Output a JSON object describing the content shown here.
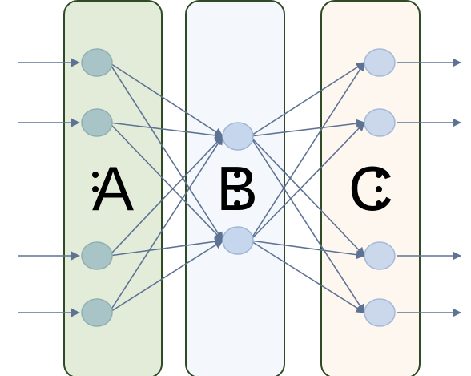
{
  "diagram": {
    "columns": [
      {
        "id": "A",
        "label": "A",
        "fill": "#e2ecd9",
        "stroke": "#2f4a24",
        "node_fill": "#a9c4c6",
        "node_stroke": "#8fb0b2"
      },
      {
        "id": "B",
        "label": "B",
        "fill": "#f4f7fc",
        "stroke": "#2f4a24",
        "node_fill": "#c6d6ec",
        "node_stroke": "#9fb6d9"
      },
      {
        "id": "C",
        "label": "C",
        "fill": "#fdf7f0",
        "stroke": "#2f4a24",
        "node_fill": "#cbd7ea",
        "node_stroke": "#a5b9d8"
      }
    ],
    "edge_color": "#5e7394",
    "dot_color": "#000000",
    "connections": [
      {
        "from": "A",
        "to": "B"
      },
      {
        "from": "B",
        "to": "C"
      }
    ],
    "input_arrows_into": "A",
    "output_arrows_from": "C"
  }
}
